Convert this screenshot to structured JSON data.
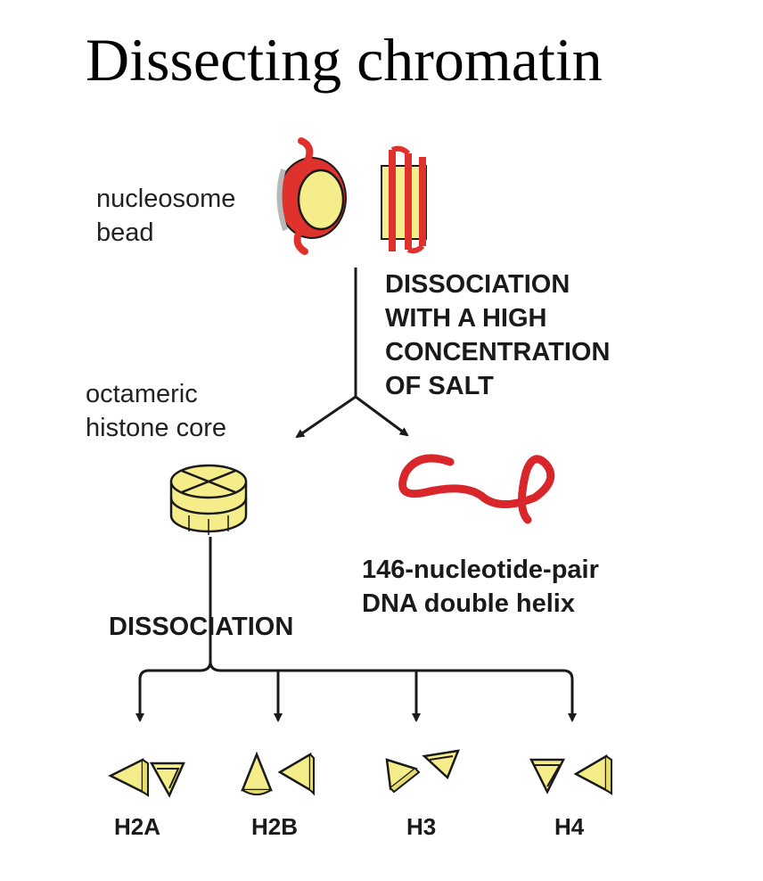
{
  "title": "Dissecting chromatin",
  "labels": {
    "nucleosome": [
      "nucleosome",
      "bead"
    ],
    "salt_step": [
      "DISSOCIATION",
      "WITH A HIGH",
      "CONCENTRATION",
      "OF SALT"
    ],
    "histone_core": [
      "octameric",
      "histone core"
    ],
    "dna": [
      "146-nucleotide-pair",
      "DNA double helix"
    ],
    "dissociation": "DISSOCIATION"
  },
  "histones": [
    "H2A",
    "H2B",
    "H3",
    "H4"
  ],
  "colors": {
    "dna_red": "#d9262a",
    "histone_yellow": "#f5ec8a",
    "outline": "#1a1a1a"
  }
}
